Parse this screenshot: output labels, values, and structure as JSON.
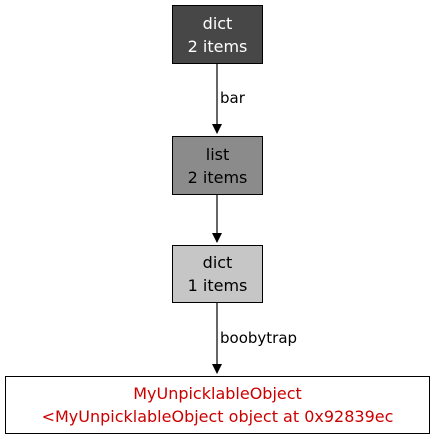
{
  "nodes": [
    {
      "id": "dict-root",
      "type": "dict",
      "count": "2 items",
      "fill": "#474747",
      "text_color": "#ffffff"
    },
    {
      "id": "list",
      "type": "list",
      "count": "2 items",
      "fill": "#8b8b8b",
      "text_color": "#000000"
    },
    {
      "id": "dict-inner",
      "type": "dict",
      "count": "1 items",
      "fill": "#c6c6c6",
      "text_color": "#000000"
    },
    {
      "id": "unpicklable",
      "type": "MyUnpicklableObject",
      "count": "<MyUnpicklableObject object at 0x92839ec",
      "fill": "#ffffff",
      "text_color": "#cc0000"
    }
  ],
  "edges": [
    {
      "from": "dict-root",
      "to": "list",
      "label": "bar"
    },
    {
      "from": "list",
      "to": "dict-inner",
      "label": ""
    },
    {
      "from": "dict-inner",
      "to": "unpicklable",
      "label": "boobytrap"
    }
  ]
}
